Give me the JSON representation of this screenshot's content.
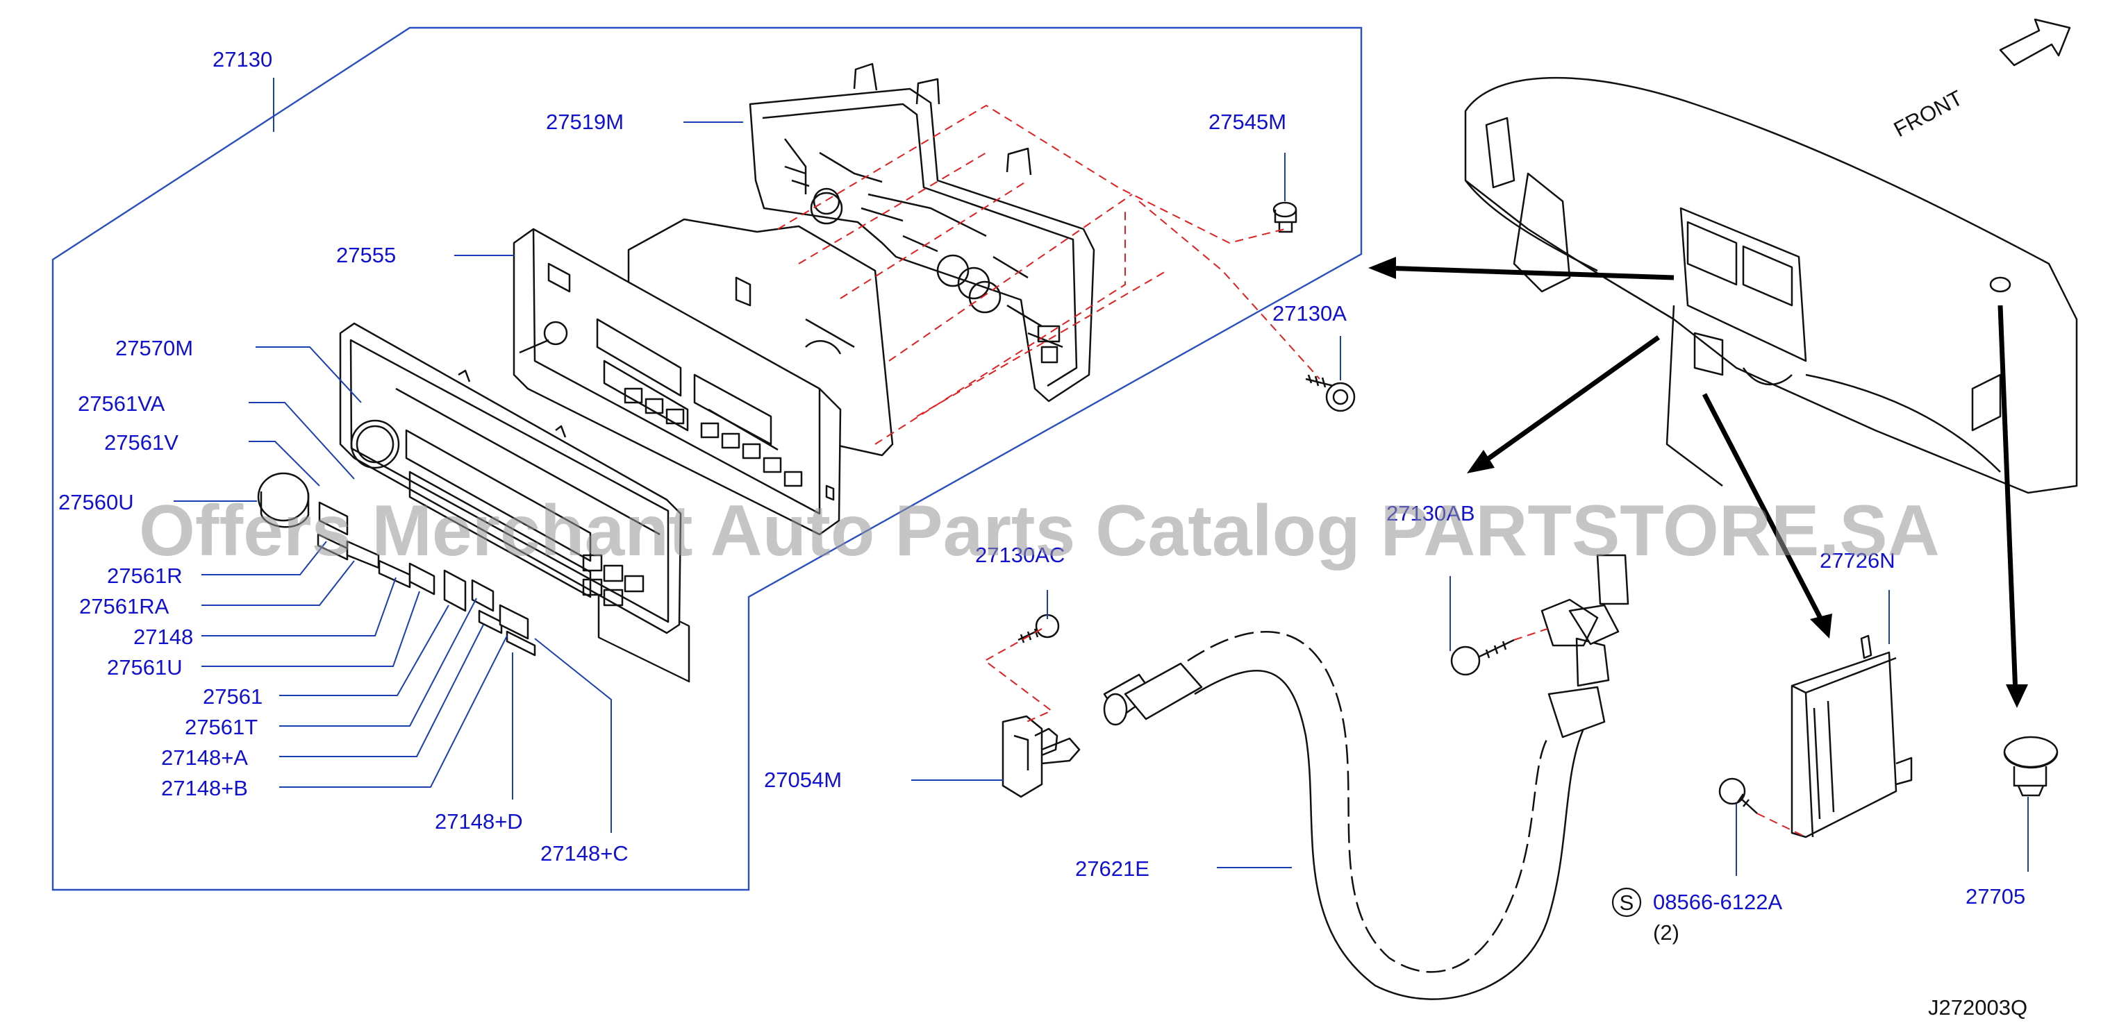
{
  "watermark": "Offers Merchant Auto Parts Catalog PARTSTORE.SA",
  "diagram_code": "J272003Q",
  "front_label": "FRONT",
  "qty_note": "(2)",
  "s_symbol": "S",
  "labels": {
    "p27130": "27130",
    "p27519M": "27519M",
    "p27545M": "27545M",
    "p27555": "27555",
    "p27130A": "27130A",
    "p27570M": "27570M",
    "p27561VA": "27561VA",
    "p27561V": "27561V",
    "p27560U": "27560U",
    "p27561R": "27561R",
    "p27561RA": "27561RA",
    "p27148": "27148",
    "p27561U": "27561U",
    "p27561": "27561",
    "p27561T": "27561T",
    "p27148A": "27148+A",
    "p27148B": "27148+B",
    "p27148D": "27148+D",
    "p27148C": "27148+C",
    "p27130AC": "27130AC",
    "p27130AB": "27130AB",
    "p27726N": "27726N",
    "p27054M": "27054M",
    "p27621E": "27621E",
    "p08566": "08566-6122A",
    "p27705": "27705"
  }
}
